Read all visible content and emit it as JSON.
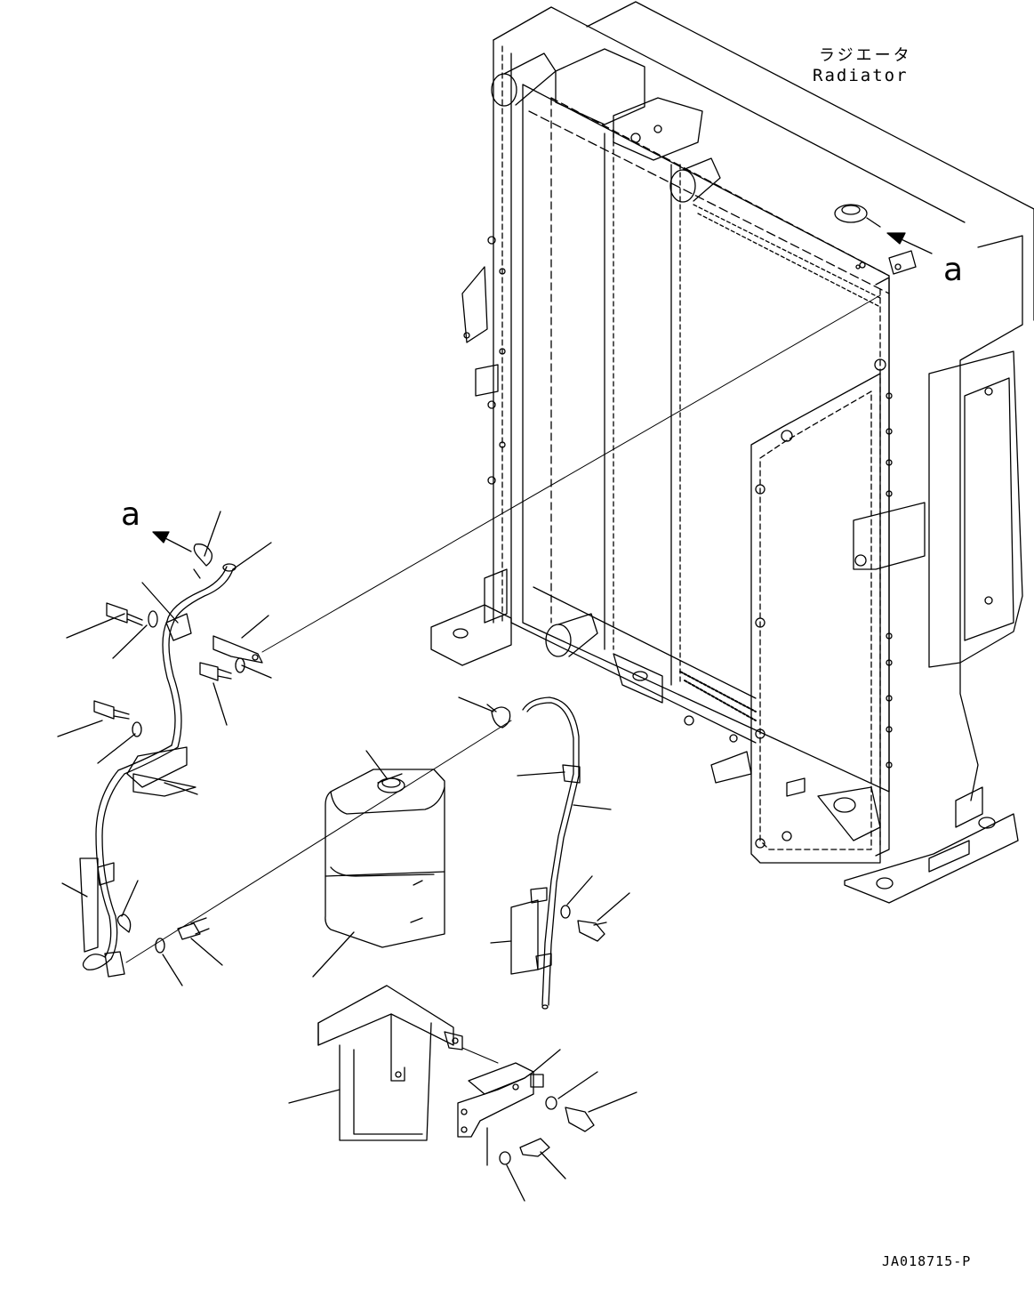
{
  "diagram": {
    "radiator_label_jp": "ラジエータ",
    "radiator_label_en": "Radiator",
    "view_marker_right": "a",
    "view_marker_left": "a",
    "drawing_code": "JA018715-P"
  },
  "colors": {
    "line": "#000000",
    "background": "#ffffff"
  }
}
